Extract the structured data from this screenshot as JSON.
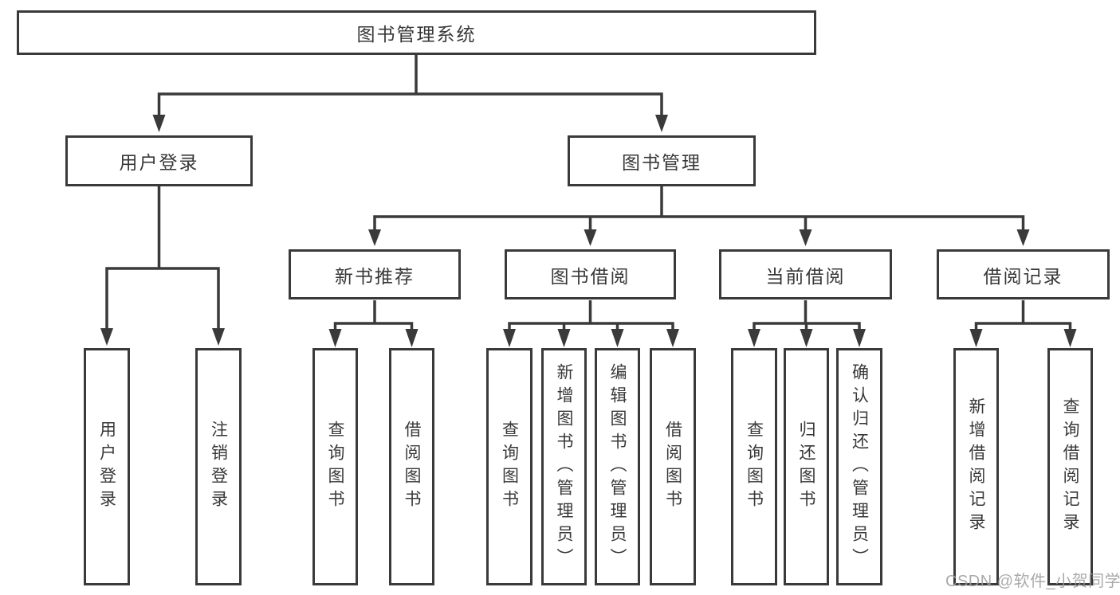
{
  "colors": {
    "background": "#ffffff",
    "line": "#3a3a3a",
    "text": "#383838",
    "watermark": "#9e9e9e"
  },
  "tree": {
    "root": {
      "label": "图书管理系统"
    },
    "branches": [
      {
        "label": "用户登录",
        "children": [
          {
            "label": "用户登录"
          },
          {
            "label": "注销登录"
          }
        ]
      },
      {
        "label": "图书管理",
        "children": [
          {
            "label": "新书推荐",
            "children": [
              {
                "label": "查询图书"
              },
              {
                "label": "借阅图书"
              }
            ]
          },
          {
            "label": "图书借阅",
            "children": [
              {
                "label": "查询图书"
              },
              {
                "label": "新增图书（管理员）"
              },
              {
                "label": "编辑图书（管理员）"
              },
              {
                "label": "借阅图书"
              }
            ]
          },
          {
            "label": "当前借阅",
            "children": [
              {
                "label": "查询图书"
              },
              {
                "label": "归还图书"
              },
              {
                "label": "确认归还（管理员）"
              }
            ]
          },
          {
            "label": "借阅记录",
            "children": [
              {
                "label": "新增借阅记录"
              },
              {
                "label": "查询借阅记录"
              }
            ]
          }
        ]
      }
    ]
  },
  "watermark": {
    "text": "CSDN @软件_小贺同学"
  }
}
